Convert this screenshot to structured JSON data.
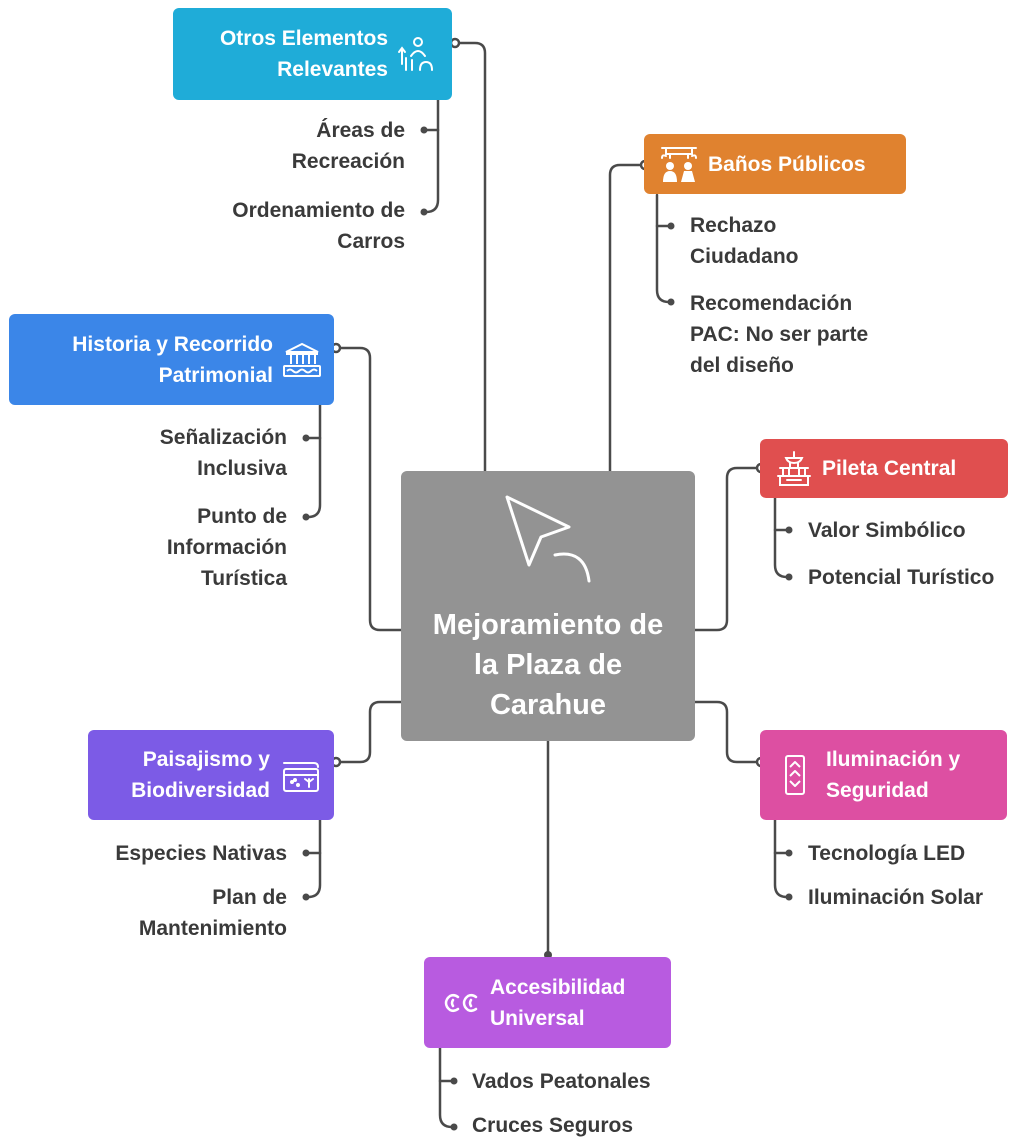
{
  "center": {
    "lines": [
      "Mejoramiento de",
      "la Plaza de",
      "Carahue"
    ],
    "color": "#939393",
    "icon": "cursor-pointer-icon"
  },
  "branches": [
    {
      "id": "otros",
      "lines": [
        "Otros Elementos",
        "Relevantes"
      ],
      "color": "#1FACD8",
      "icon": "people-plants-icon",
      "children": [
        [
          "Áreas de",
          "Recreación"
        ],
        [
          "Ordenamiento de",
          "Carros"
        ]
      ]
    },
    {
      "id": "historia",
      "lines": [
        "Historia y Recorrido",
        "Patrimonial"
      ],
      "color": "#3B86E8",
      "icon": "museum-icon",
      "children": [
        [
          "Señalización",
          "Inclusiva"
        ],
        [
          "Punto de",
          "Información",
          "Turística"
        ]
      ]
    },
    {
      "id": "paisajismo",
      "lines": [
        "Paisajismo y",
        "Biodiversidad"
      ],
      "color": "#7C5BE6",
      "icon": "planter-icon",
      "children": [
        [
          "Especies Nativas"
        ],
        [
          "Plan de",
          "Mantenimiento"
        ]
      ]
    },
    {
      "id": "accesibilidad",
      "lines": [
        "Accesibilidad",
        "Universal"
      ],
      "color": "#B85BE0",
      "icon": "closed-caption-icon",
      "children": [
        [
          "Vados Peatonales"
        ],
        [
          "Cruces Seguros"
        ]
      ]
    },
    {
      "id": "banos",
      "lines": [
        "Baños Públicos"
      ],
      "color": "#E0822F",
      "icon": "restroom-icon",
      "children": [
        [
          "Rechazo",
          "Ciudadano"
        ],
        [
          "Recomendación",
          "PAC: No ser parte",
          "del diseño"
        ]
      ]
    },
    {
      "id": "pileta",
      "lines": [
        "Pileta Central"
      ],
      "color": "#E04F4F",
      "icon": "fountain-icon",
      "children": [
        [
          "Valor Simbólico"
        ],
        [
          "Potencial Turístico"
        ]
      ]
    },
    {
      "id": "iluminacion",
      "lines": [
        "Iluminación y",
        "Seguridad"
      ],
      "color": "#DD4FA2",
      "icon": "light-beam-icon",
      "children": [
        [
          "Tecnología LED"
        ],
        [
          "Iluminación Solar"
        ]
      ]
    }
  ]
}
